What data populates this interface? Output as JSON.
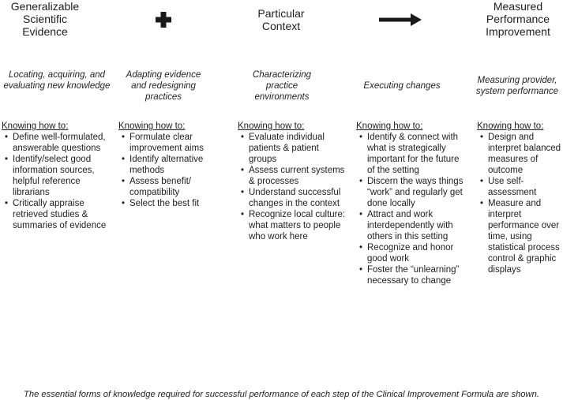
{
  "headers": [
    "Generalizable Scientific Evidence",
    "Particular Context",
    "Measured Performance Improvement"
  ],
  "symbols": {
    "plus": "plus-icon",
    "arrow": "right-arrow-icon",
    "color": "#1a1a1a"
  },
  "columns": [
    {
      "subtitle": "Locating, acquiring, and evaluating new knowledge",
      "heading": "Knowing how to:",
      "items": [
        "Define well-formulated, answerable questions",
        "Identify/select good information sources, helpful reference librarians",
        "Critically appraise retrieved studies & summaries of evidence"
      ]
    },
    {
      "subtitle": "Adapting evidence and redesigning practices",
      "heading": "Knowing how to:",
      "items": [
        "Formulate clear improvement aims",
        "Identify alternative methods",
        "Assess benefit/ compatibility",
        "Select the best fit"
      ]
    },
    {
      "subtitle": "Characterizing practice environments",
      "heading": "Knowing how to:",
      "items": [
        "Evaluate individual patients & patient groups",
        "Assess current systems & processes",
        "Understand successful changes in the context",
        "Recognize local culture: what matters to people who work here"
      ]
    },
    {
      "subtitle": "Executing changes",
      "heading": "Knowing how to:",
      "items": [
        "Identify & connect with what is strategically important for the future of the setting",
        "Discern the ways things “work” and regularly get done locally",
        "Attract and work interdependently with others in this setting",
        "Recognize and honor good work",
        "Foster the “unlearning” necessary to change"
      ]
    },
    {
      "subtitle": "Measuring provider, system performance",
      "heading": "Knowing how to:",
      "items": [
        "Design and interpret balanced measures of outcome",
        "Use self-assessment",
        "Measure and interpret performance over time, using statistical process control & graphic displays"
      ]
    }
  ],
  "caption": "The essential forms of knowledge required for successful performance of each step of the Clinical Improvement Formula are shown."
}
